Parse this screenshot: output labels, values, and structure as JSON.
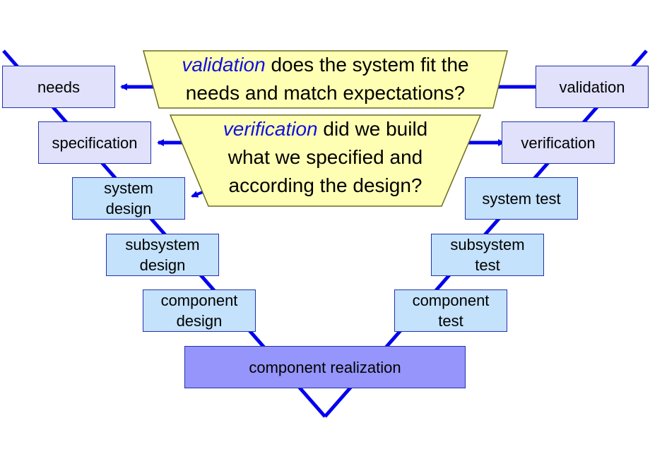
{
  "colors": {
    "v_line": "#0000ee",
    "box_border": "#2233aa",
    "trap_fill": "#ffffb4",
    "trap_border": "#6b6b22",
    "box_lavender": "#e1e1fb",
    "box_lightblue": "#c4e2fc",
    "box_realization": "#9595fb",
    "keyword": "#1111dd"
  },
  "left_boxes": {
    "needs": "needs",
    "specification": "specification",
    "system_design": "system\ndesign",
    "subsystem_design": "subsystem\ndesign",
    "component_design": "component\ndesign"
  },
  "right_boxes": {
    "validation": "validation",
    "verification": "verification",
    "system_test": "system test",
    "subsystem_test": "subsystem\ntest",
    "component_test": "component\ntest"
  },
  "bottom_box": {
    "component_realization": "component realization"
  },
  "validation_callout": {
    "keyword": "validation",
    "line1_rest": " does the system fit the",
    "line2": "needs and match expectations?"
  },
  "verification_callout": {
    "keyword": "verification",
    "line1_rest": " did we build",
    "line2": "what we specified and",
    "line3": "according the design?"
  }
}
